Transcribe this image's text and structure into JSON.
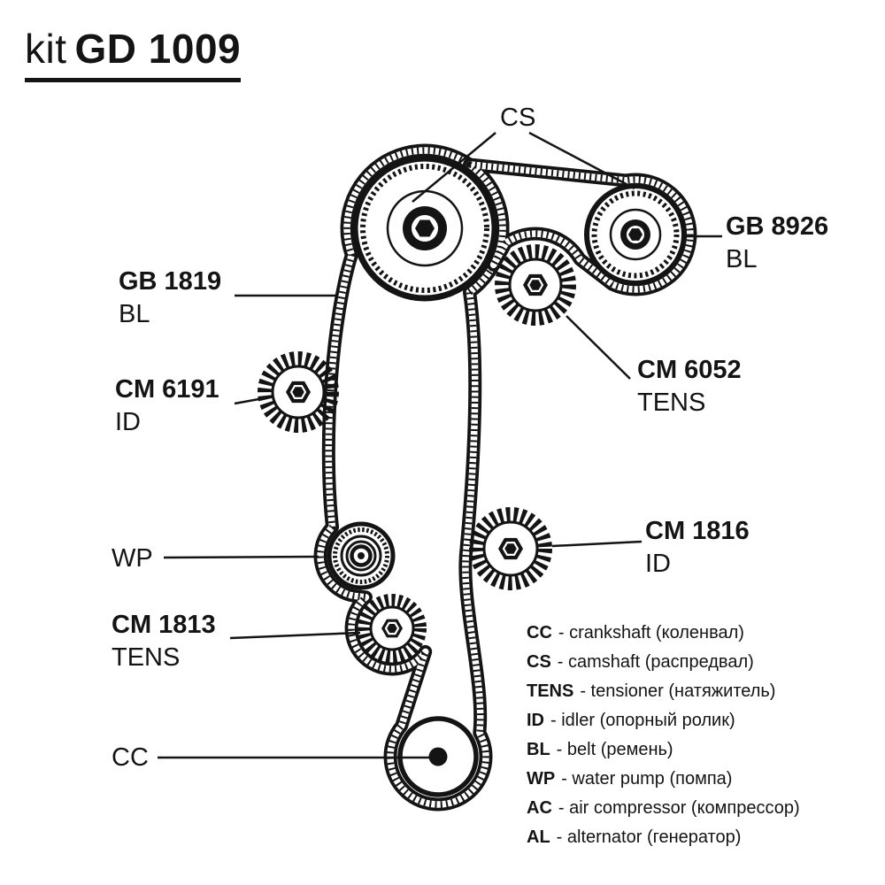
{
  "title": {
    "prefix": "kit",
    "code": "GD 1009"
  },
  "colors": {
    "ink": "#141414",
    "background": "#ffffff"
  },
  "diagram": {
    "labels": {
      "cs": "CS",
      "gb8926": {
        "code": "GB 8926",
        "sub": "BL"
      },
      "gb1819": {
        "code": "GB 1819",
        "sub": "BL"
      },
      "cm6191": {
        "code": "CM 6191",
        "sub": "ID"
      },
      "cm6052": {
        "code": "CM 6052",
        "sub": "TENS"
      },
      "cm1816": {
        "code": "CM 1816",
        "sub": "ID"
      },
      "cm1813": {
        "code": "CM 1813",
        "sub": "TENS"
      },
      "wp": "WP",
      "cc": "CC"
    }
  },
  "legend": {
    "items": [
      {
        "abbr": "CC",
        "desc": "- crankshaft (коленвал)"
      },
      {
        "abbr": "CS",
        "desc": "- camshaft (распредвал)"
      },
      {
        "abbr": "TENS",
        "desc": "- tensioner (натяжитель)"
      },
      {
        "abbr": "ID",
        "desc": "- idler (опорный ролик)"
      },
      {
        "abbr": "BL",
        "desc": "- belt (ремень)"
      },
      {
        "abbr": "WP",
        "desc": "- water pump (помпа)"
      },
      {
        "abbr": "AC",
        "desc": "- air compressor (компрессор)"
      },
      {
        "abbr": "AL",
        "desc": "- alternator (генератор)"
      }
    ]
  }
}
